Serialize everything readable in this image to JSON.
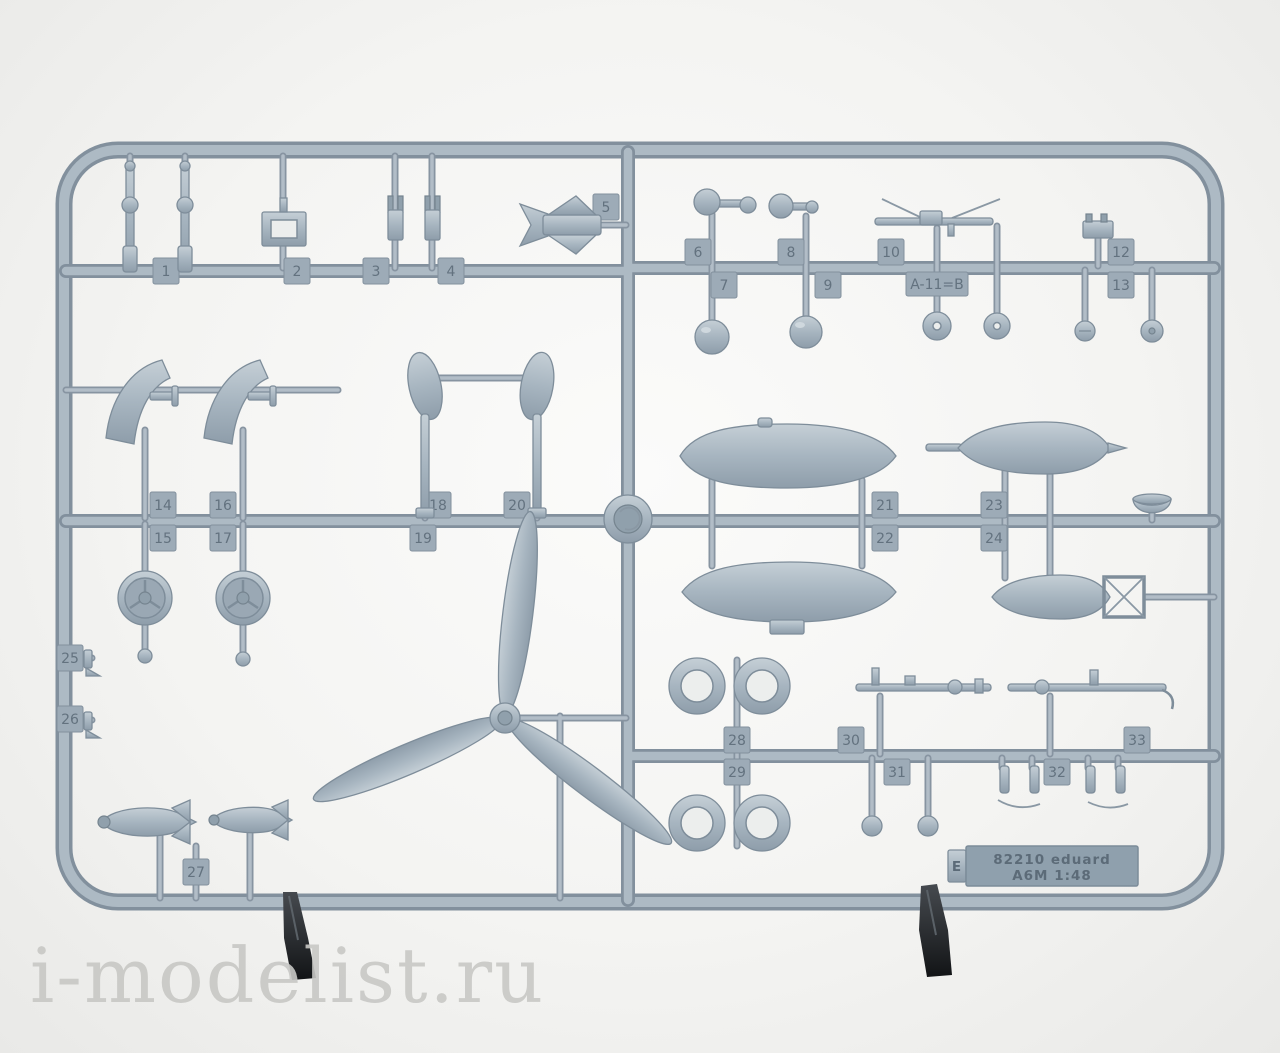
{
  "sprue": {
    "tags": [
      "1",
      "2",
      "3",
      "4",
      "5",
      "6",
      "7",
      "8",
      "9",
      "10",
      "A-11=B",
      "12",
      "13",
      "14",
      "15",
      "16",
      "17",
      "18",
      "19",
      "20",
      "21",
      "22",
      "23",
      "24",
      "25",
      "26",
      "27",
      "28",
      "29",
      "30",
      "31",
      "32",
      "33"
    ],
    "label": {
      "sprue_letter": "E",
      "line1": "82210  eduard",
      "line2": "A6M  1:48"
    }
  },
  "watermark": {
    "text": "i-modelist.ru"
  },
  "colors": {
    "plastic": "#a7b5c0",
    "plastic_shadow": "#82909d",
    "background": "#f4f4f2",
    "clip": "#26292d",
    "watermark": "#c8c8c5"
  }
}
